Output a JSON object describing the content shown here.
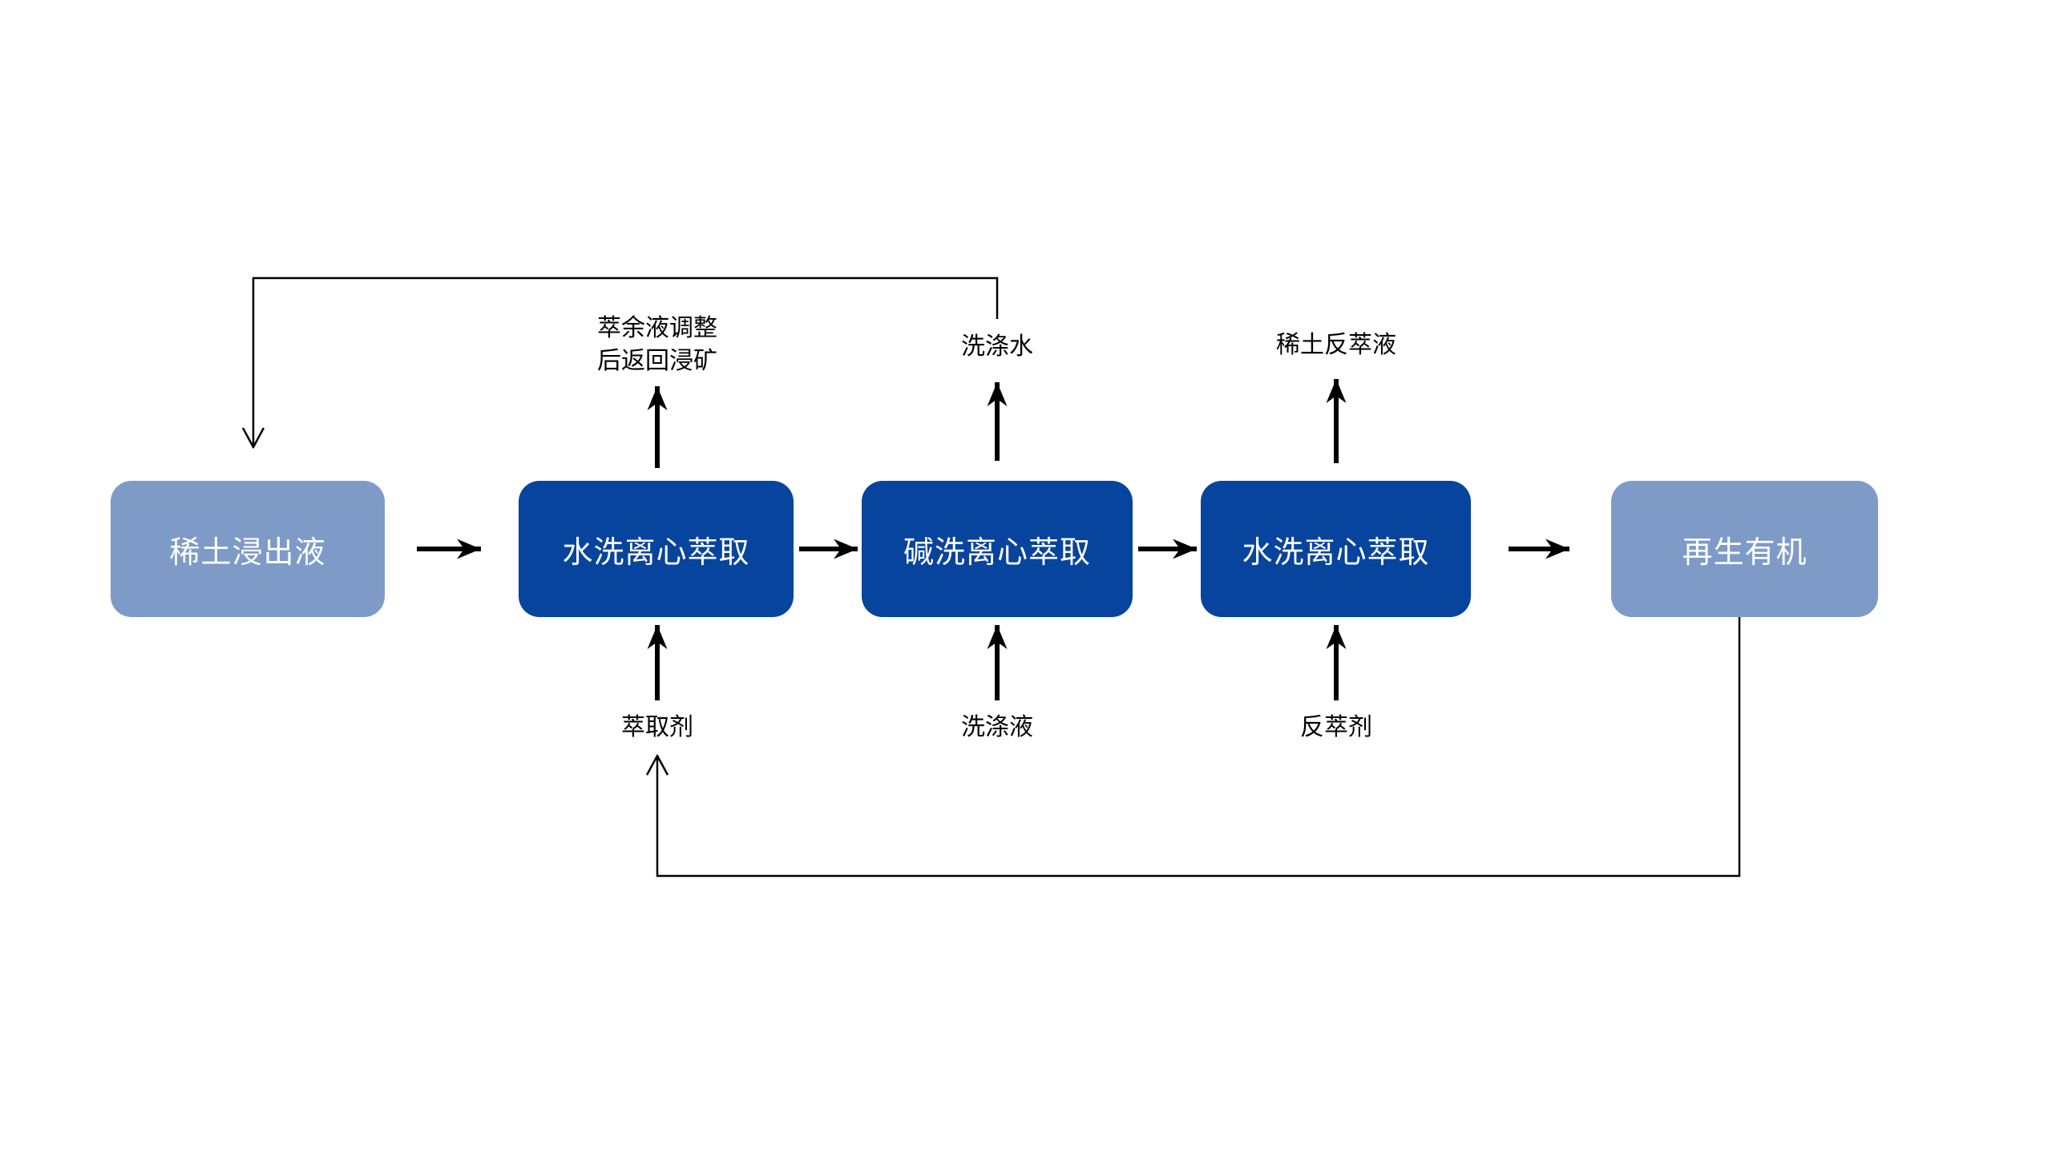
{
  "colors": {
    "background": "#FFFFFF",
    "node_light": "#7E9BC8",
    "node_dark": "#07449E",
    "node_text": "#FFFFFF",
    "label_text": "#000000",
    "connector": "#000000"
  },
  "diagram": {
    "type": "process-flowchart",
    "nodes": [
      {
        "label": "稀土浸出液",
        "variant": "light"
      },
      {
        "label": "水洗离心萃取",
        "variant": "dark"
      },
      {
        "label": "碱洗离心萃取",
        "variant": "dark"
      },
      {
        "label": "水洗离心萃取",
        "variant": "dark"
      },
      {
        "label": "再生有机",
        "variant": "light"
      }
    ],
    "stream_labels": {
      "raffinate": "萃余液调整\n后返回浸矿",
      "wash_water": "洗涤水",
      "rare_earth_strip_liquor": "稀土反萃液",
      "extractant": "萃取剂",
      "wash_liquid": "洗涤液",
      "strip_agent": "反萃剂"
    },
    "flows": [
      "稀土浸出液 → 水洗离心萃取",
      "水洗离心萃取 → 碱洗离心萃取",
      "碱洗离心萃取 → 水洗离心萃取",
      "水洗离心萃取 → 再生有机",
      "水洗离心萃取 ↑ 萃余液调整后返回浸矿",
      "碱洗离心萃取 ↑ 洗涤水",
      "水洗离心萃取 ↑ 稀土反萃液",
      "萃取剂 ↑ 水洗离心萃取",
      "洗涤液 ↑ 碱洗离心萃取",
      "反萃剂 ↑ 水洗离心萃取",
      "洗涤水 ⟲ 稀土浸出液",
      "再生有机 ⟲ 萃取剂"
    ]
  }
}
